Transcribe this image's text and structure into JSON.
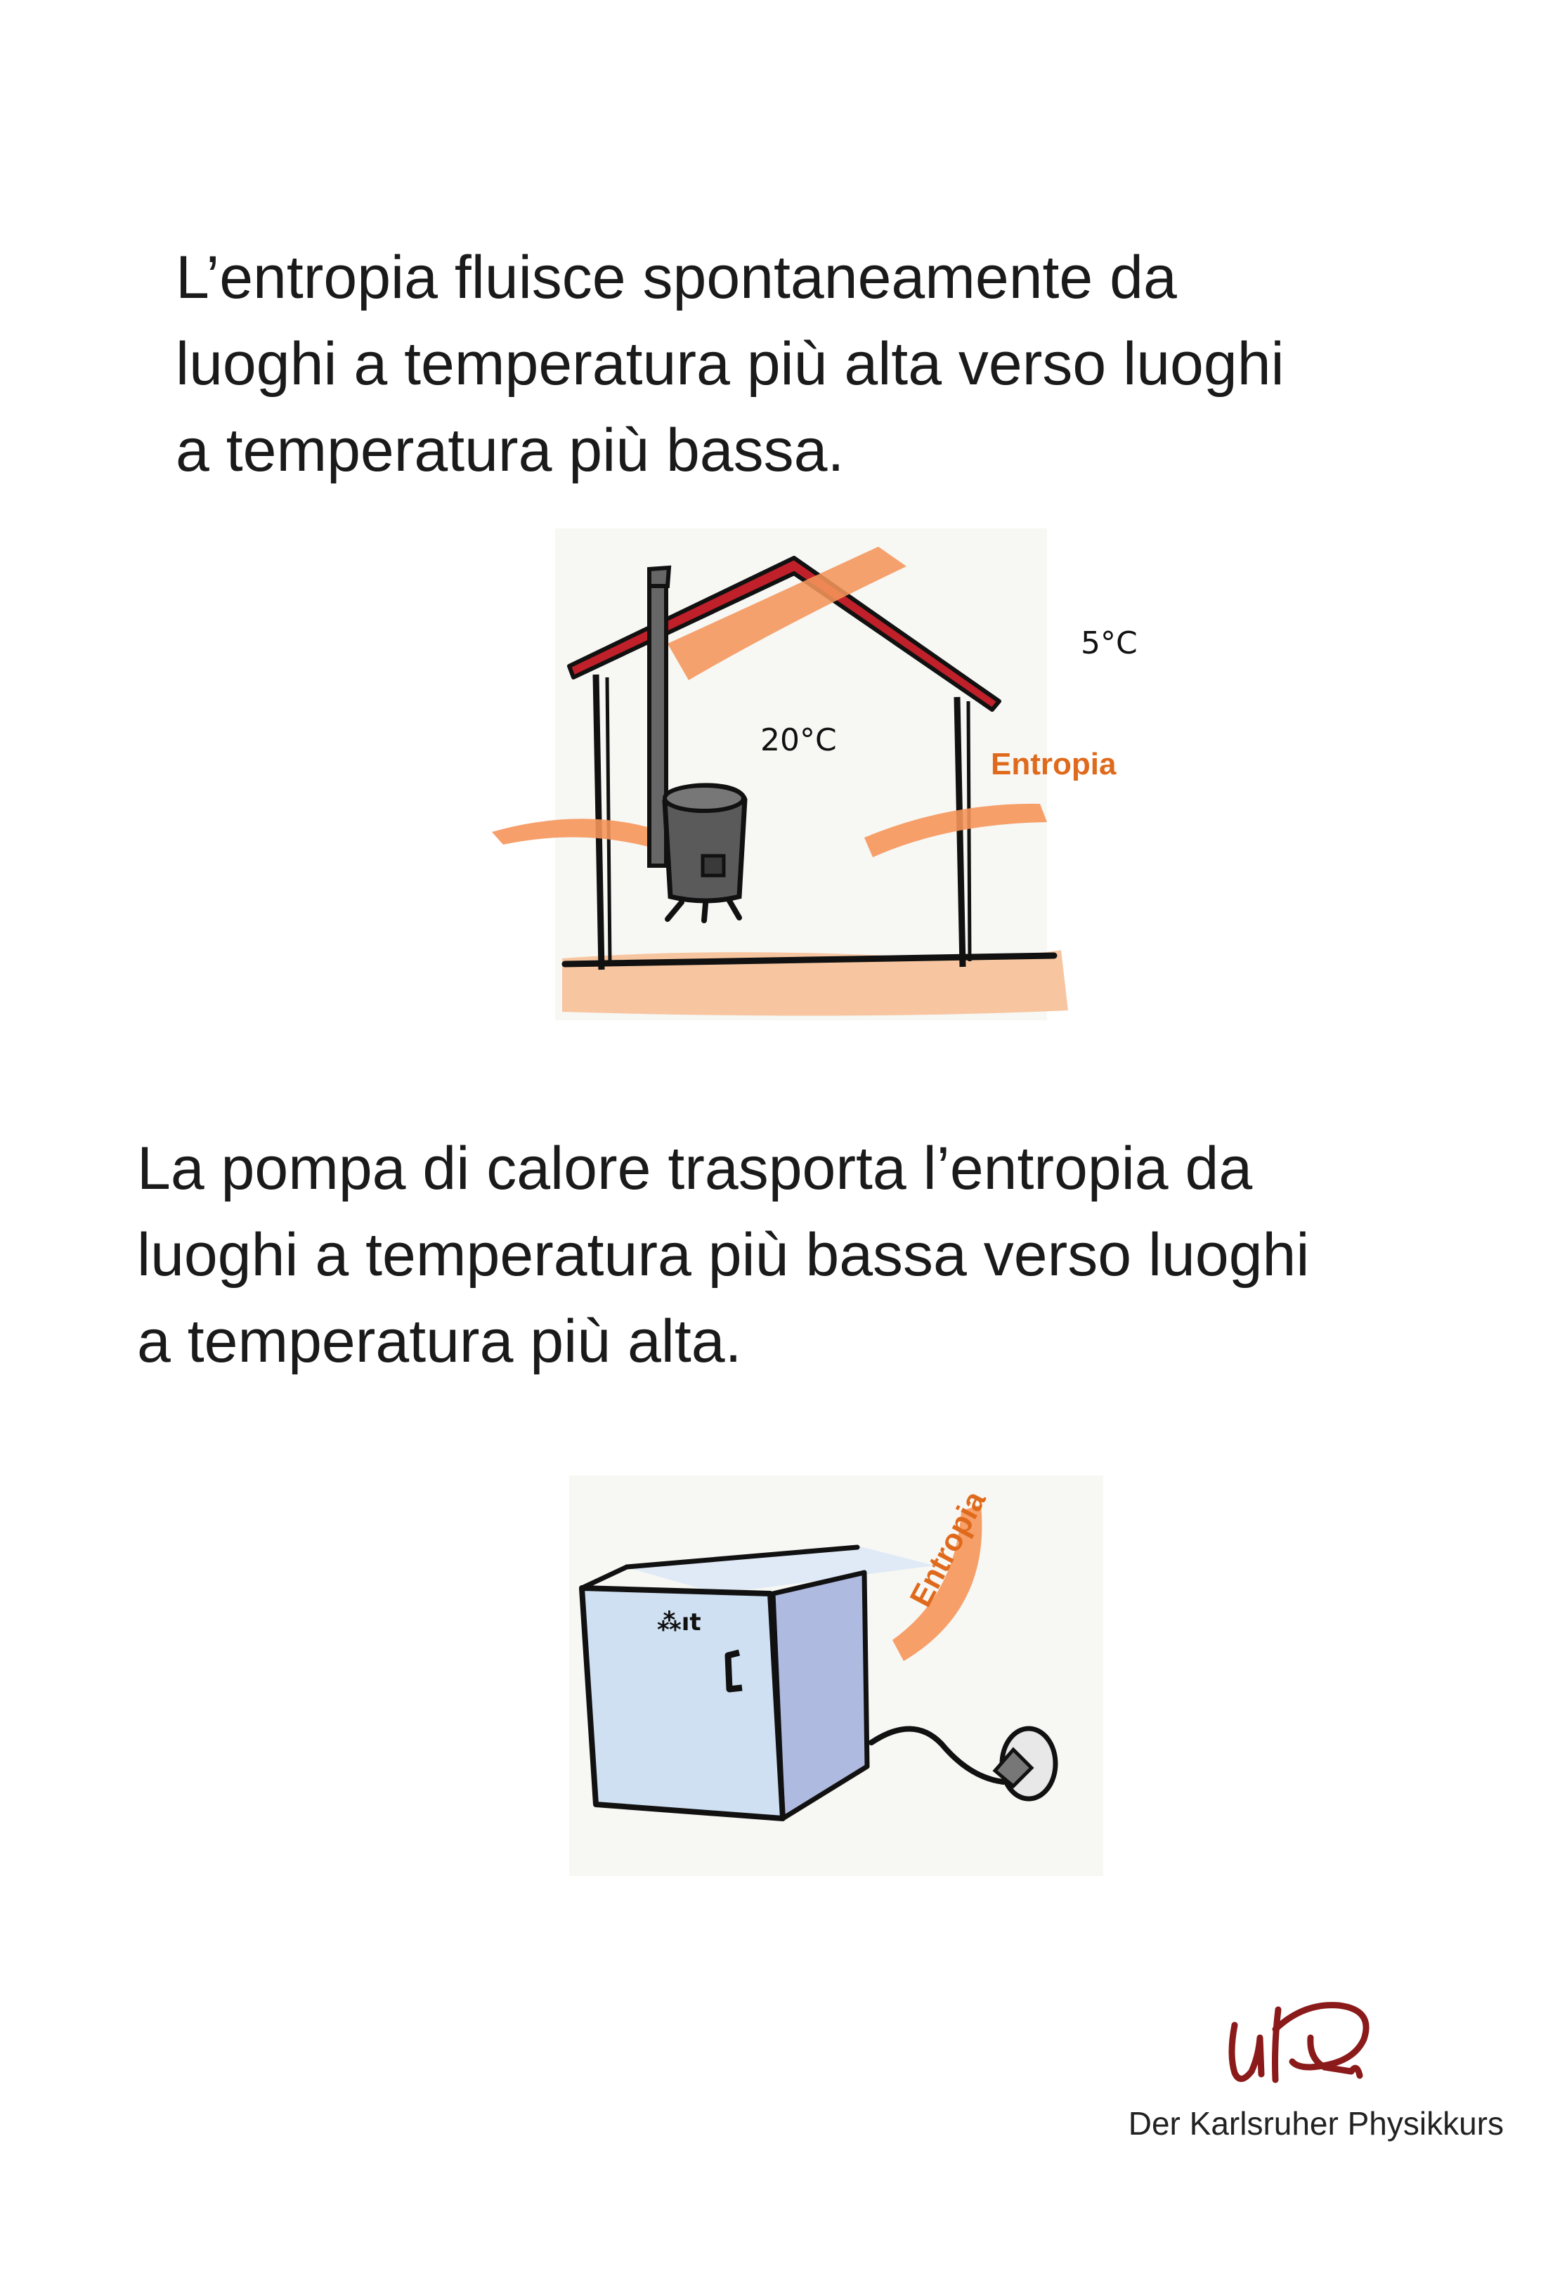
{
  "statement_1": {
    "lines": [
      "L’entropia fluisce spontaneamente da",
      "luoghi a temperatura più alta verso luoghi",
      "a temperatura più bassa."
    ]
  },
  "figure_house": {
    "inside_temperature": "20°C",
    "outside_temperature": "5°C",
    "arrow_label": "Entropia"
  },
  "statement_2": {
    "lines": [
      "La pompa di calore trasporta l’entropia da",
      "luoghi a temperatura più bassa verso luoghi",
      "a temperatura più alta."
    ]
  },
  "figure_fridge": {
    "arrow_label": "Entropia",
    "panel_marks": "⁂ıt"
  },
  "footer": {
    "logo_letters": "UPk",
    "credit": "Der Karlsruher Physikkurs"
  },
  "colors": {
    "entropy_orange": "#f5955a",
    "label_orange": "#e06a1c",
    "roof_red": "#c0202a",
    "fridge_blue": "#cfe0f2",
    "fridge_side": "#aebadf",
    "logo_red": "#8b1a1a"
  }
}
